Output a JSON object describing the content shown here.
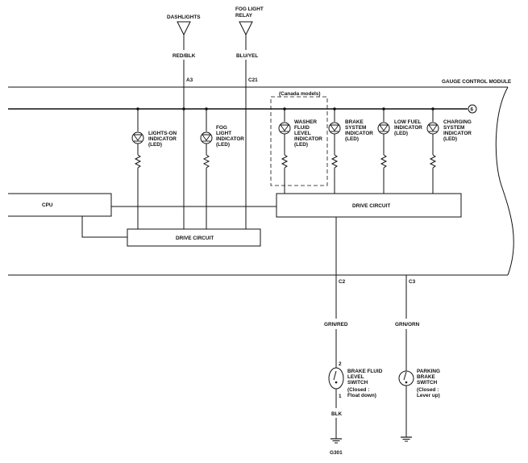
{
  "header": {
    "module_title": "GAUGE CONTROL MODULE"
  },
  "inputs": {
    "dashlights": {
      "label": "DASHLIGHTS",
      "wire_color": "RED/BLK",
      "pin": "A3"
    },
    "fog_light_relay": {
      "label_line1": "FOG LIGHT",
      "label_line2": "RELAY",
      "wire_color": "BLU/YEL",
      "pin": "C21"
    }
  },
  "bus_ref": "6",
  "canada_note": "(Canada models)",
  "indicators": {
    "lights_on": [
      "LIGHTS-ON",
      "INDICATOR",
      "(LED)"
    ],
    "fog_light": [
      "FOG",
      "LIGHT",
      "INDICATOR",
      "(LED)"
    ],
    "washer_fluid": [
      "WASHER",
      "FLUID",
      "LEVEL",
      "INDICATOR",
      "(LED)"
    ],
    "brake_system": [
      "BRAKE",
      "SYSTEM",
      "INDICATOR",
      "(LED)"
    ],
    "low_fuel": [
      "LOW FUEL",
      "INDICATOR",
      "(LED)"
    ],
    "charging_system": [
      "CHARGING",
      "SYSTEM",
      "INDICATOR",
      "(LED)"
    ]
  },
  "blocks": {
    "cpu": "CPU",
    "drive_circuit_left": "DRIVE CIRCUIT",
    "drive_circuit_right": "DRIVE CIRCUIT"
  },
  "outputs": {
    "brake_fluid_switch": {
      "pin": "C2",
      "wire_color": "GRN/RED",
      "pin_top": "2",
      "pin_bottom": "1",
      "label": [
        "BRAKE FLUID",
        "LEVEL",
        "SWITCH",
        "(Closed :",
        "Float down)"
      ],
      "ground_wire": "BLK",
      "ground": "G301"
    },
    "parking_brake_switch": {
      "pin": "C3",
      "wire_color": "GRN/ORN",
      "label": [
        "PARKING",
        "BRAKE",
        "SWITCH",
        "(Closed :",
        "Lever up)"
      ]
    }
  }
}
